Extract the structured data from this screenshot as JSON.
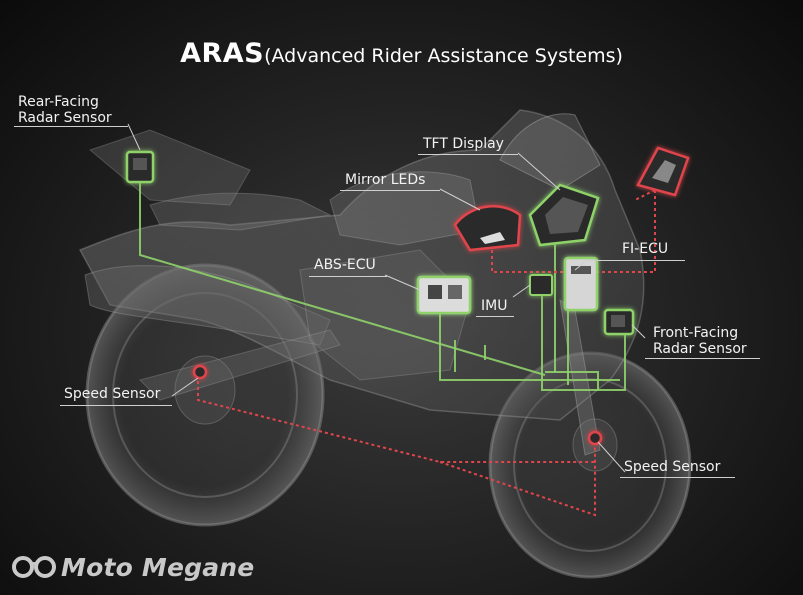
{
  "title": {
    "main": "ARAS",
    "sub": "(Advanced Rider Assistance Systems)"
  },
  "labels": {
    "rear_radar_l1": "Rear-Facing",
    "rear_radar_l2": "Radar Sensor",
    "tft_display": "TFT Display",
    "mirror_leds": "Mirror LEDs",
    "abs_ecu": "ABS-ECU",
    "fi_ecu": "FI-ECU",
    "imu": "IMU",
    "front_radar_l1": "Front-Facing",
    "front_radar_l2": "Radar Sensor",
    "speed_sensor_rear": "Speed Sensor",
    "speed_sensor_front": "Speed Sensor"
  },
  "watermark": {
    "text": "Moto Megane"
  },
  "colors": {
    "green_link": "#8fd26a",
    "red_link": "#e0454b",
    "label_text": "#f2f2f2",
    "background": "#1a1a1a"
  },
  "icons": [
    "glasses-logo-icon"
  ]
}
